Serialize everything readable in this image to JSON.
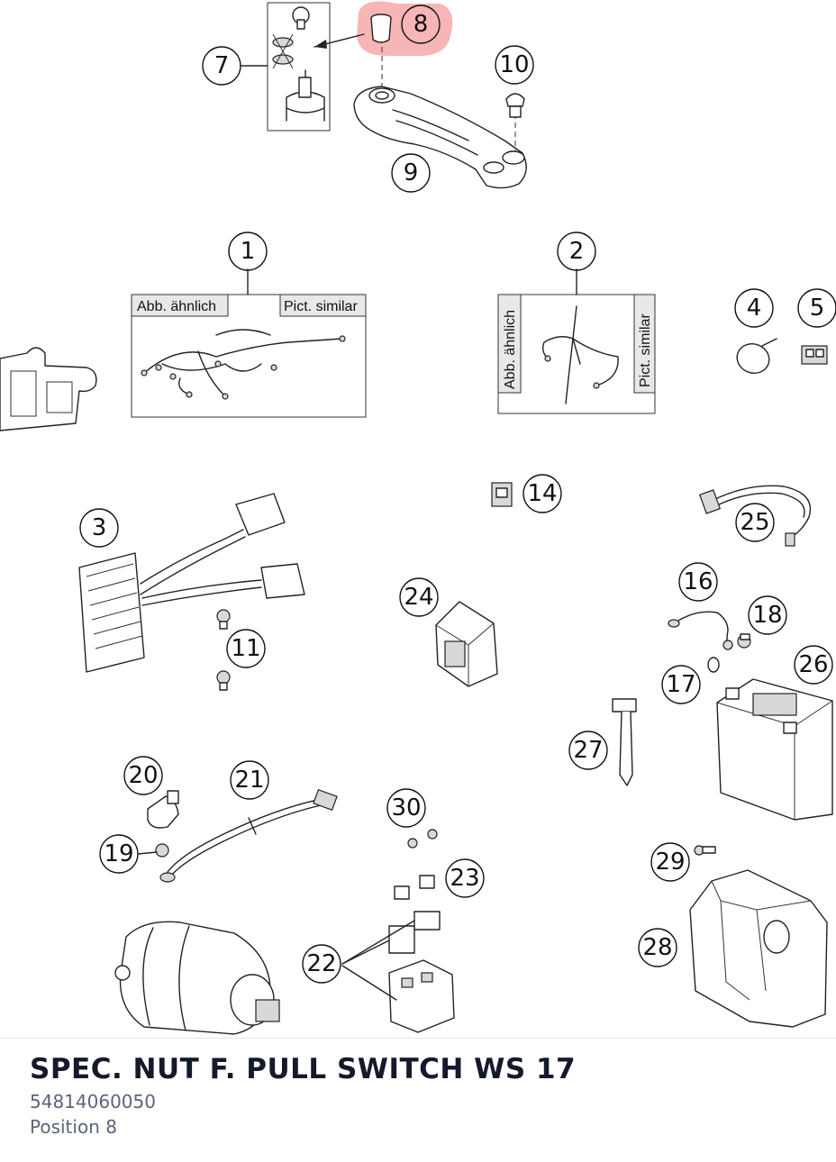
{
  "diagram": {
    "highlight_color": "#f05a5a",
    "callouts": [
      "1",
      "2",
      "3",
      "4",
      "5",
      "7",
      "8",
      "9",
      "10",
      "11",
      "14",
      "16",
      "17",
      "18",
      "19",
      "20",
      "21",
      "22",
      "23",
      "24",
      "25",
      "26",
      "27",
      "28",
      "29",
      "30"
    ],
    "selected_callout": "8",
    "box1": {
      "left_label": "Abb. ähnlich",
      "right_label": "Pict. similar"
    },
    "box2": {
      "left_label": "Abb. ähnlich",
      "right_label": "Pict. similar"
    }
  },
  "part": {
    "title": "SPEC. NUT F. PULL SWITCH WS 17",
    "number": "54814060050",
    "position": "Position 8"
  }
}
